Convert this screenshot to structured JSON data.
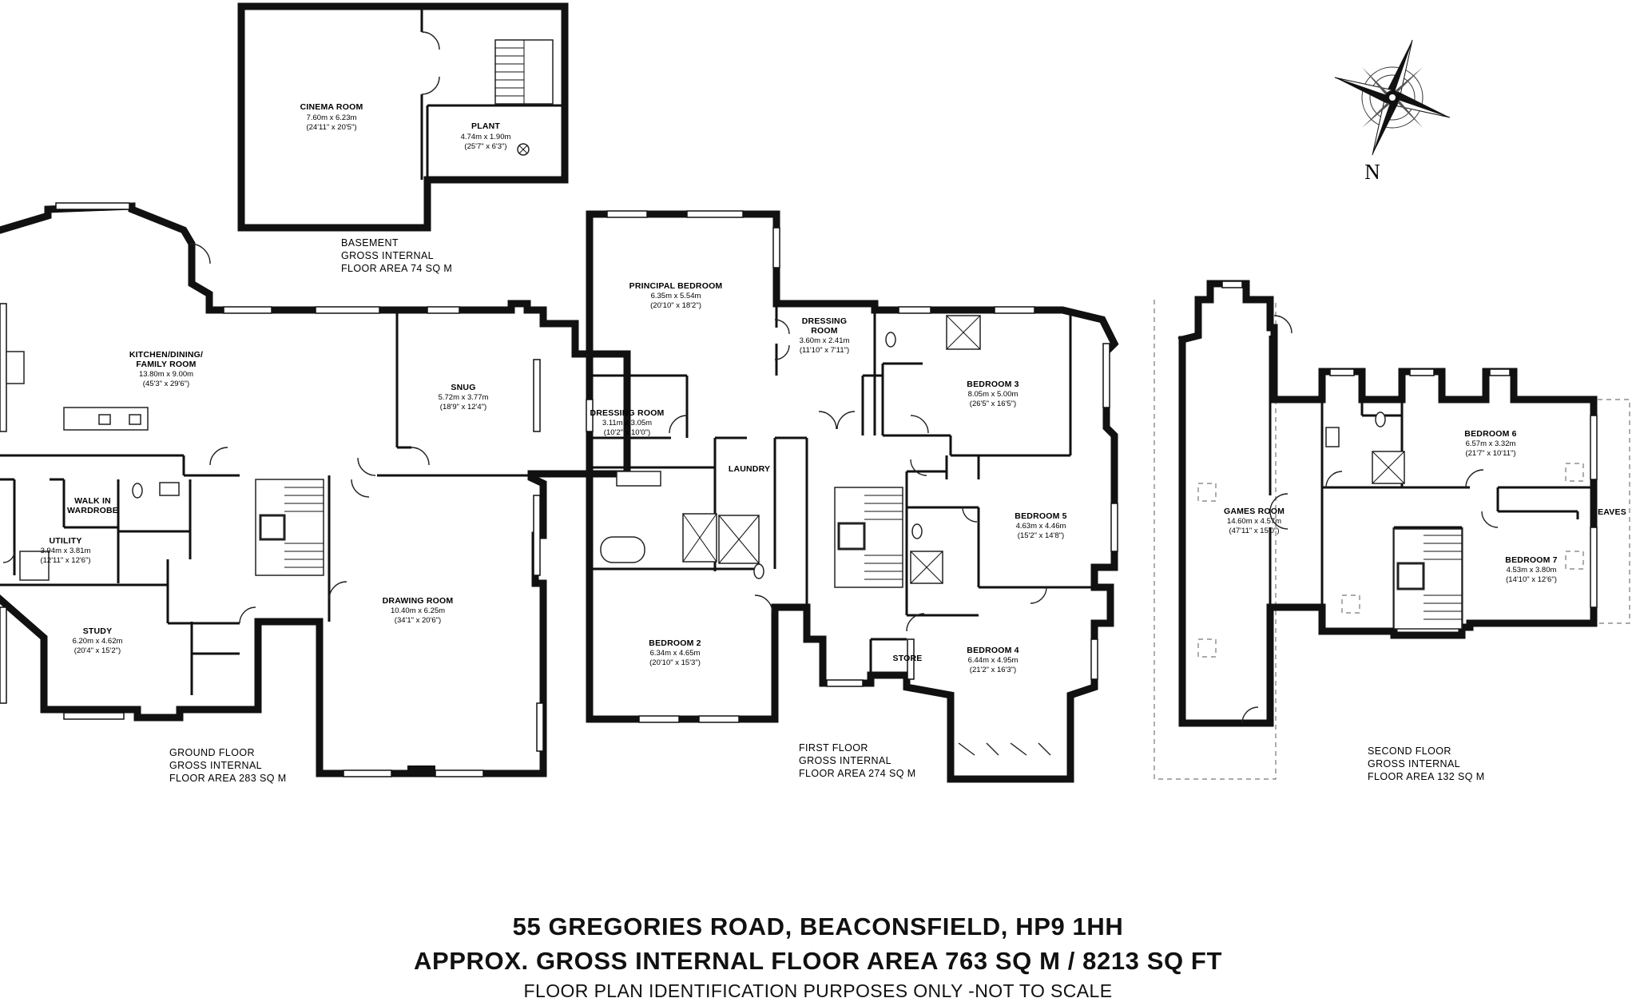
{
  "rooms": {
    "cinema": {
      "name": "CINEMA ROOM",
      "metric": "7.60m x 6.23m",
      "imperial": "(24'11\" x 20'5\")"
    },
    "plant": {
      "name": "PLANT",
      "metric": "4.74m x 1.90m",
      "imperial": "(25'7\" x 6'3\")"
    },
    "kitchen": {
      "name1": "KITCHEN/DINING/",
      "name2": "FAMILY ROOM",
      "metric": "13.80m x 9.00m",
      "imperial": "(45'3\" x 29'6\")"
    },
    "snug": {
      "name": "SNUG",
      "metric": "5.72m x 3.77m",
      "imperial": "(18'9\" x 12'4\")"
    },
    "walkin": {
      "name1": "WALK IN",
      "name2": "WARDROBE"
    },
    "utility": {
      "name": "UTILITY",
      "metric": "3.94m x 3.81m",
      "imperial": "(12'11\" x 12'6\")"
    },
    "study": {
      "name": "STUDY",
      "metric": "6.20m x 4.62m",
      "imperial": "(20'4\" x 15'2\")"
    },
    "drawing": {
      "name": "DRAWING ROOM",
      "metric": "10.40m x 6.25m",
      "imperial": "(34'1\" x 20'6\")"
    },
    "principal": {
      "name": "PRINCIPAL BEDROOM",
      "metric": "6.35m x 5.54m",
      "imperial": "(20'10\" x 18'2\")"
    },
    "dressing1": {
      "name1": "DRESSING",
      "name2": "ROOM",
      "metric": "3.60m x 2.41m",
      "imperial": "(11'10\" x 7'11\")"
    },
    "dressing2": {
      "name": "DRESSING ROOM",
      "metric": "3.11m x 3.05m",
      "imperial": "(10'2\" x 10'0\")"
    },
    "laundry": {
      "name": "LAUNDRY"
    },
    "bedroom2": {
      "name": "BEDROOM 2",
      "metric": "6.34m x 4.65m",
      "imperial": "(20'10\" x 15'3\")"
    },
    "bedroom3": {
      "name": "BEDROOM 3",
      "metric": "8.05m x 5.00m",
      "imperial": "(26'5\" x 16'5\")"
    },
    "bedroom5": {
      "name": "BEDROOM 5",
      "metric": "4.63m x 4.46m",
      "imperial": "(15'2\" x 14'8\")"
    },
    "bedroom4": {
      "name": "BEDROOM 4",
      "metric": "6.44m x 4.95m",
      "imperial": "(21'2\" x 16'3\")"
    },
    "store": {
      "name": "STORE"
    },
    "games": {
      "name": "GAMES ROOM",
      "metric": "14.60m x 4.57m",
      "imperial": "(47'11\" x 15'0\")"
    },
    "bedroom6": {
      "name": "BEDROOM 6",
      "metric": "6.57m x 3.32m",
      "imperial": "(21'7\" x 10'11\")"
    },
    "bedroom7": {
      "name": "BEDROOM 7",
      "metric": "4.53m x 3.80m",
      "imperial": "(14'10\" x 12'6\")"
    },
    "eaves": {
      "name": "EAVES"
    }
  },
  "floors": {
    "basement": {
      "l1": "BASEMENT",
      "l2": "GROSS INTERNAL",
      "l3": "FLOOR AREA 74 SQ M"
    },
    "ground": {
      "l1": "GROUND FLOOR",
      "l2": "GROSS INTERNAL",
      "l3": "FLOOR AREA 283 SQ M"
    },
    "first": {
      "l1": "FIRST FLOOR",
      "l2": "GROSS INTERNAL",
      "l3": "FLOOR AREA 274 SQ M"
    },
    "second": {
      "l1": "SECOND FLOOR",
      "l2": "GROSS INTERNAL",
      "l3": "FLOOR AREA 132 SQ M"
    }
  },
  "compass": {
    "label": "N"
  },
  "footer": {
    "address": "55 GREGORIES ROAD, BEACONSFIELD, HP9 1HH",
    "area": "APPROX. GROSS INTERNAL FLOOR AREA 763 SQ M / 8213 SQ FT",
    "disclaimer": "FLOOR PLAN IDENTIFICATION PURPOSES ONLY -NOT TO SCALE"
  }
}
